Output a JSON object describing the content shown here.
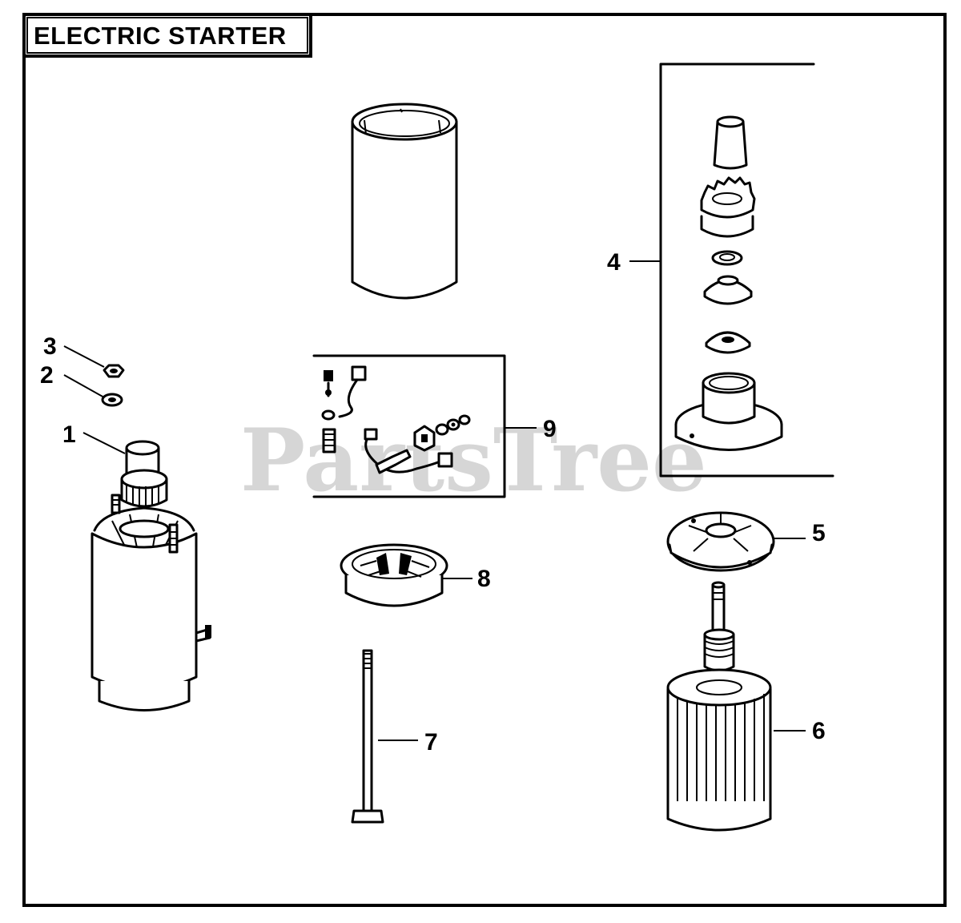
{
  "title": "ELECTRIC STARTER",
  "watermark": "PartsTree",
  "callouts": [
    {
      "id": "1",
      "label": "1"
    },
    {
      "id": "2",
      "label": "2"
    },
    {
      "id": "3",
      "label": "3"
    },
    {
      "id": "4",
      "label": "4"
    },
    {
      "id": "5",
      "label": "5"
    },
    {
      "id": "6",
      "label": "6"
    },
    {
      "id": "7",
      "label": "7"
    },
    {
      "id": "8",
      "label": "8"
    },
    {
      "id": "9",
      "label": "9"
    }
  ]
}
